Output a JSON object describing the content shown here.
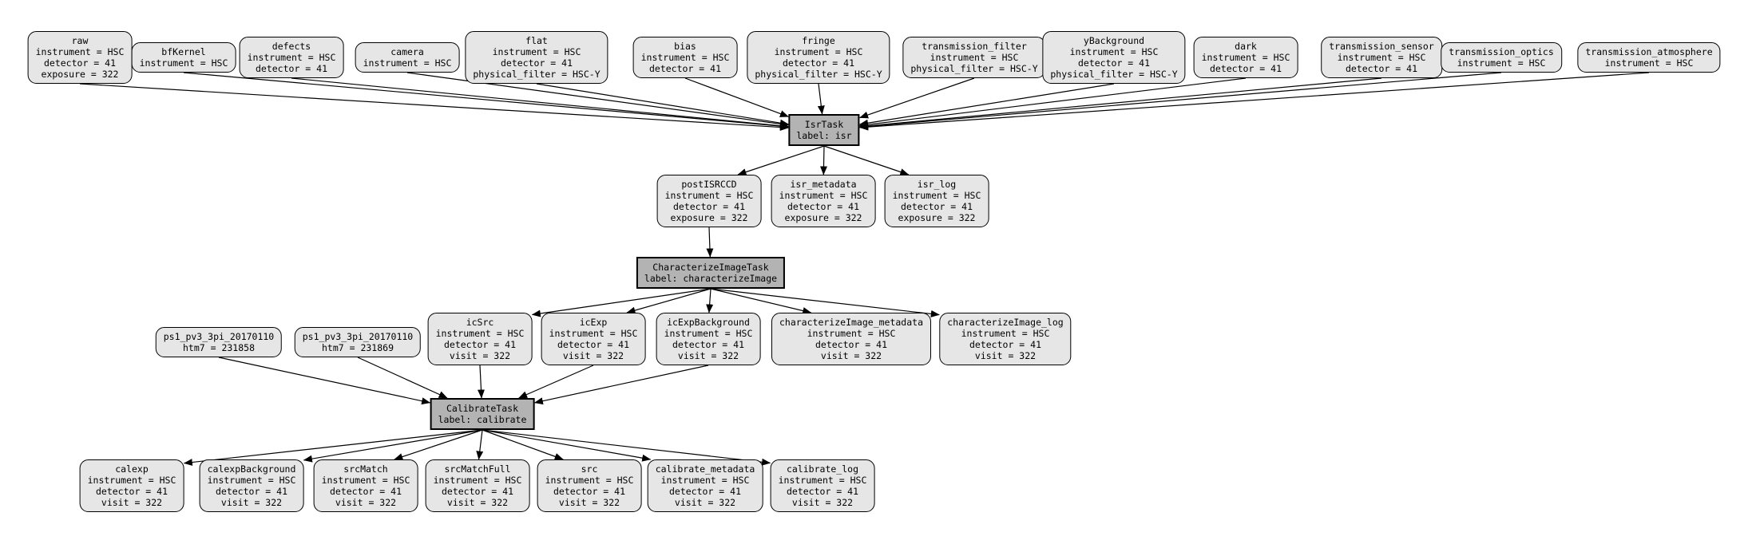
{
  "colors": {
    "background": "#ffffff",
    "dataset_fill": "#e6e6e6",
    "task_fill": "#b3b3b3",
    "node_border": "#000000",
    "edge": "#000000"
  },
  "nodes": {
    "raw": {
      "type": "dataset",
      "lines": [
        "raw",
        "instrument = HSC",
        "detector = 41",
        "exposure = 322"
      ]
    },
    "bfKernel": {
      "type": "dataset",
      "lines": [
        "bfKernel",
        "instrument = HSC"
      ]
    },
    "defects": {
      "type": "dataset",
      "lines": [
        "defects",
        "instrument = HSC",
        "detector = 41"
      ]
    },
    "camera": {
      "type": "dataset",
      "lines": [
        "camera",
        "instrument = HSC"
      ]
    },
    "flat": {
      "type": "dataset",
      "lines": [
        "flat",
        "instrument = HSC",
        "detector = 41",
        "physical_filter = HSC-Y"
      ]
    },
    "bias": {
      "type": "dataset",
      "lines": [
        "bias",
        "instrument = HSC",
        "detector = 41"
      ]
    },
    "fringe": {
      "type": "dataset",
      "lines": [
        "fringe",
        "instrument = HSC",
        "detector = 41",
        "physical_filter = HSC-Y"
      ]
    },
    "transmission_filter": {
      "type": "dataset",
      "lines": [
        "transmission_filter",
        "instrument = HSC",
        "physical_filter = HSC-Y"
      ]
    },
    "yBackground": {
      "type": "dataset",
      "lines": [
        "yBackground",
        "instrument = HSC",
        "detector = 41",
        "physical_filter = HSC-Y"
      ]
    },
    "dark": {
      "type": "dataset",
      "lines": [
        "dark",
        "instrument = HSC",
        "detector = 41"
      ]
    },
    "transmission_sensor": {
      "type": "dataset",
      "lines": [
        "transmission_sensor",
        "instrument = HSC",
        "detector = 41"
      ]
    },
    "transmission_optics": {
      "type": "dataset",
      "lines": [
        "transmission_optics",
        "instrument = HSC"
      ]
    },
    "transmission_atmosphere": {
      "type": "dataset",
      "lines": [
        "transmission_atmosphere",
        "instrument = HSC"
      ]
    },
    "isrTask": {
      "type": "task",
      "lines": [
        "IsrTask",
        "label: isr"
      ]
    },
    "postISRCCD": {
      "type": "dataset",
      "lines": [
        "postISRCCD",
        "instrument = HSC",
        "detector = 41",
        "exposure = 322"
      ]
    },
    "isr_metadata": {
      "type": "dataset",
      "lines": [
        "isr_metadata",
        "instrument = HSC",
        "detector = 41",
        "exposure = 322"
      ]
    },
    "isr_log": {
      "type": "dataset",
      "lines": [
        "isr_log",
        "instrument = HSC",
        "detector = 41",
        "exposure = 322"
      ]
    },
    "characterizeImageTask": {
      "type": "task",
      "lines": [
        "CharacterizeImageTask",
        "label: characterizeImage"
      ]
    },
    "ps1_231858": {
      "type": "dataset",
      "lines": [
        "ps1_pv3_3pi_20170110",
        "htm7 = 231858"
      ]
    },
    "ps1_231869": {
      "type": "dataset",
      "lines": [
        "ps1_pv3_3pi_20170110",
        "htm7 = 231869"
      ]
    },
    "icSrc": {
      "type": "dataset",
      "lines": [
        "icSrc",
        "instrument = HSC",
        "detector = 41",
        "visit = 322"
      ]
    },
    "icExp": {
      "type": "dataset",
      "lines": [
        "icExp",
        "instrument = HSC",
        "detector = 41",
        "visit = 322"
      ]
    },
    "icExpBackground": {
      "type": "dataset",
      "lines": [
        "icExpBackground",
        "instrument = HSC",
        "detector = 41",
        "visit = 322"
      ]
    },
    "characterizeImage_metadata": {
      "type": "dataset",
      "lines": [
        "characterizeImage_metadata",
        "instrument = HSC",
        "detector = 41",
        "visit = 322"
      ]
    },
    "characterizeImage_log": {
      "type": "dataset",
      "lines": [
        "characterizeImage_log",
        "instrument = HSC",
        "detector = 41",
        "visit = 322"
      ]
    },
    "calibrateTask": {
      "type": "task",
      "lines": [
        "CalibrateTask",
        "label: calibrate"
      ]
    },
    "calexp": {
      "type": "dataset",
      "lines": [
        "calexp",
        "instrument = HSC",
        "detector = 41",
        "visit = 322"
      ]
    },
    "calexpBackground": {
      "type": "dataset",
      "lines": [
        "calexpBackground",
        "instrument = HSC",
        "detector = 41",
        "visit = 322"
      ]
    },
    "srcMatch": {
      "type": "dataset",
      "lines": [
        "srcMatch",
        "instrument = HSC",
        "detector = 41",
        "visit = 322"
      ]
    },
    "srcMatchFull": {
      "type": "dataset",
      "lines": [
        "srcMatchFull",
        "instrument = HSC",
        "detector = 41",
        "visit = 322"
      ]
    },
    "src": {
      "type": "dataset",
      "lines": [
        "src",
        "instrument = HSC",
        "detector = 41",
        "visit = 322"
      ]
    },
    "calibrate_metadata": {
      "type": "dataset",
      "lines": [
        "calibrate_metadata",
        "instrument = HSC",
        "detector = 41",
        "visit = 322"
      ]
    },
    "calibrate_log": {
      "type": "dataset",
      "lines": [
        "calibrate_log",
        "instrument = HSC",
        "detector = 41",
        "visit = 322"
      ]
    }
  },
  "edges": [
    [
      "raw",
      "isrTask"
    ],
    [
      "bfKernel",
      "isrTask"
    ],
    [
      "defects",
      "isrTask"
    ],
    [
      "camera",
      "isrTask"
    ],
    [
      "flat",
      "isrTask"
    ],
    [
      "bias",
      "isrTask"
    ],
    [
      "fringe",
      "isrTask"
    ],
    [
      "transmission_filter",
      "isrTask"
    ],
    [
      "yBackground",
      "isrTask"
    ],
    [
      "dark",
      "isrTask"
    ],
    [
      "transmission_sensor",
      "isrTask"
    ],
    [
      "transmission_optics",
      "isrTask"
    ],
    [
      "transmission_atmosphere",
      "isrTask"
    ],
    [
      "isrTask",
      "postISRCCD"
    ],
    [
      "isrTask",
      "isr_metadata"
    ],
    [
      "isrTask",
      "isr_log"
    ],
    [
      "postISRCCD",
      "characterizeImageTask"
    ],
    [
      "characterizeImageTask",
      "icSrc"
    ],
    [
      "characterizeImageTask",
      "icExp"
    ],
    [
      "characterizeImageTask",
      "icExpBackground"
    ],
    [
      "characterizeImageTask",
      "characterizeImage_metadata"
    ],
    [
      "characterizeImageTask",
      "characterizeImage_log"
    ],
    [
      "ps1_231858",
      "calibrateTask"
    ],
    [
      "ps1_231869",
      "calibrateTask"
    ],
    [
      "icSrc",
      "calibrateTask"
    ],
    [
      "icExp",
      "calibrateTask"
    ],
    [
      "icExpBackground",
      "calibrateTask"
    ],
    [
      "calibrateTask",
      "calexp"
    ],
    [
      "calibrateTask",
      "calexpBackground"
    ],
    [
      "calibrateTask",
      "srcMatch"
    ],
    [
      "calibrateTask",
      "srcMatchFull"
    ],
    [
      "calibrateTask",
      "src"
    ],
    [
      "calibrateTask",
      "calibrate_metadata"
    ],
    [
      "calibrateTask",
      "calibrate_log"
    ]
  ]
}
